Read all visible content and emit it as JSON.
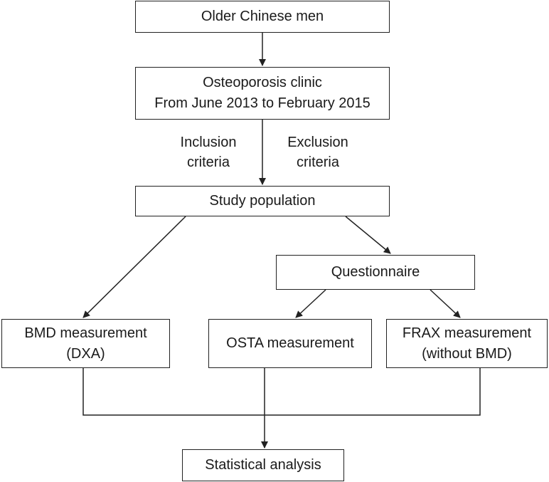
{
  "nodes": {
    "older_men": {
      "line1": "Older Chinese men"
    },
    "clinic": {
      "line1": "Osteoporosis clinic",
      "line2": "From June 2013 to February 2015"
    },
    "study": {
      "line1": "Study population"
    },
    "questionnaire": {
      "line1": "Questionnaire"
    },
    "bmd": {
      "line1": "BMD measurement",
      "line2": "(DXA)"
    },
    "osta": {
      "line1": "OSTA measurement"
    },
    "frax": {
      "line1": "FRAX measurement",
      "line2": "(without BMD)"
    },
    "stats": {
      "line1": "Statistical analysis"
    }
  },
  "labels": {
    "inclusion": {
      "line1": "Inclusion",
      "line2": "criteria"
    },
    "exclusion": {
      "line1": "Exclusion",
      "line2": "criteria"
    }
  }
}
